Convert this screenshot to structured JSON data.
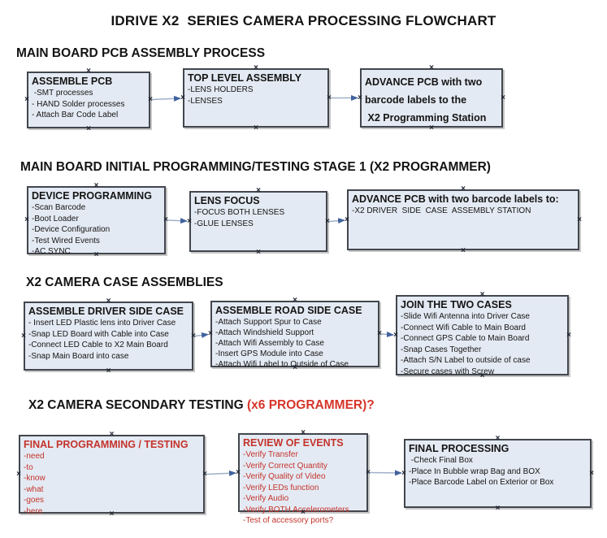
{
  "title": "IDRIVE X2  SERIES CAMERA PROCESSING FLOWCHART",
  "colors": {
    "background": "#ffffff",
    "text": "#141414",
    "red_text": "#c4332b",
    "heading_red": "#d5352a",
    "box_fill": "#e4eaf3",
    "box_border": "#42464d",
    "arrow_line": "#9fb0c9",
    "arrow_head": "#41629e",
    "marker": "#1d2430"
  },
  "icons": {
    "connection_marker": "×",
    "connector": "right-arrow"
  },
  "sections": [
    {
      "heading": "MAIN BOARD PCB ASSEMBLY PROCESS",
      "boxes": [
        {
          "title": "ASSEMBLE PCB",
          "items": [
            " -SMT processes",
            "- HAND Solder processes",
            "- Attach Bar Code Label"
          ]
        },
        {
          "title": "TOP LEVEL ASSEMBLY",
          "items": [
            "-LENS HOLDERS",
            "-LENSES"
          ]
        },
        {
          "title": "ADVANCE PCB with two\nbarcode labels to the\n X2 Programming Station",
          "items": []
        }
      ]
    },
    {
      "heading": "MAIN BOARD INITIAL PROGRAMMING/TESTING STAGE 1 (X2 PROGRAMMER)",
      "boxes": [
        {
          "title": "DEVICE PROGRAMMING",
          "items": [
            "-Scan Barcode",
            "-Boot Loader",
            "-Device Configuration",
            "-Test Wired Events",
            "-AC SYNC"
          ]
        },
        {
          "title": "LENS FOCUS",
          "items": [
            "-FOCUS BOTH LENSES",
            "-GLUE LENSES"
          ]
        },
        {
          "title": "ADVANCE PCB with two barcode labels to:",
          "items": [
            "-X2 DRIVER  SIDE  CASE  ASSEMBLY STATION"
          ]
        }
      ]
    },
    {
      "heading": "X2 CAMERA CASE ASSEMBLIES",
      "boxes": [
        {
          "title": "ASSEMBLE DRIVER SIDE CASE",
          "items": [
            "- Insert LED Plastic lens into Driver Case",
            "-Snap LED Board with Cable into Case",
            "-Connect LED Cable to X2 Main Board",
            "-Snap Main Board into case"
          ]
        },
        {
          "title": "ASSEMBLE ROAD SIDE CASE",
          "items": [
            "-Attach Support Spur to Case",
            "-Attach Windshield Support",
            "-Attach Wifi Assembly to Case",
            "-Insert GPS Module into Case",
            "-Attach Wifi Label to Outside of Case"
          ]
        },
        {
          "title": "JOIN THE TWO CASES",
          "items": [
            "-Slide Wifi Antenna into Driver Case",
            "-Connect Wifi Cable to Main Board",
            "-Connect GPS Cable to Main Board",
            "-Snap Cases Together",
            "-Attach S/N Label to outside of case",
            "-Secure cases with Screw"
          ]
        }
      ]
    },
    {
      "heading": "X2 CAMERA SECONDARY TESTING ",
      "heading_red": "(x6 PROGRAMMER)?",
      "boxes": [
        {
          "title": "FINAL PROGRAMMING / TESTING",
          "items": [
            "-need",
            "-to",
            "-know",
            "-what",
            "-goes",
            "-here"
          ]
        },
        {
          "title": "REVIEW OF EVENTS",
          "items": [
            "-Verify Transfer",
            "-Verify Correct Quantity",
            "-Verify Quality of Video",
            "-Verify LEDs function",
            "-Verify Audio",
            "-Verify BOTH Accelerometers",
            "-Test of accessory ports?"
          ]
        },
        {
          "title": "FINAL PROCESSING",
          "items": [
            " -Check Final Box",
            "-Place In Bubble wrap Bag and BOX",
            "-Place Barcode Label on Exterior or Box"
          ]
        }
      ]
    }
  ]
}
